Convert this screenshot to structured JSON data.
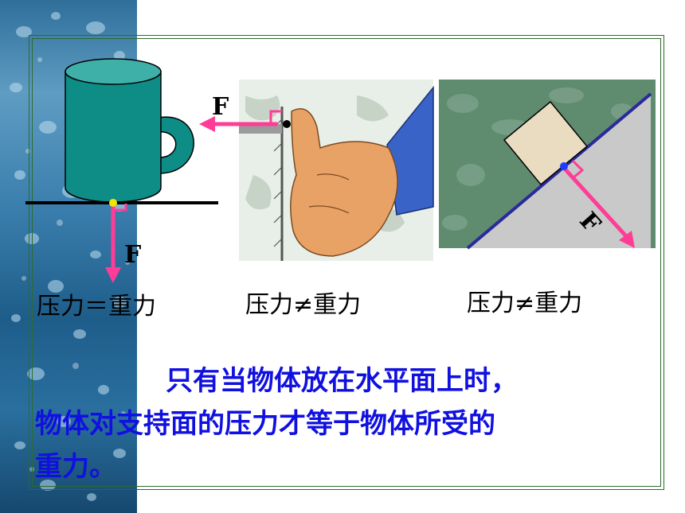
{
  "captions": {
    "left": "压力＝重力",
    "middle": "压力≠重力",
    "right": "压力≠重力"
  },
  "statement": {
    "line1": "只有当物体放在水平面上时，",
    "line2": "物体对支持面的压力才等于物体所受的",
    "line3": "重力。"
  },
  "force_labels": {
    "cup": "F",
    "thumb": "F",
    "incline": "F"
  },
  "colors": {
    "force_arrow": "#ff3c96",
    "statement_text": "#1010e0",
    "cup": "#0e8c86",
    "frame": "#2d6b2d"
  }
}
